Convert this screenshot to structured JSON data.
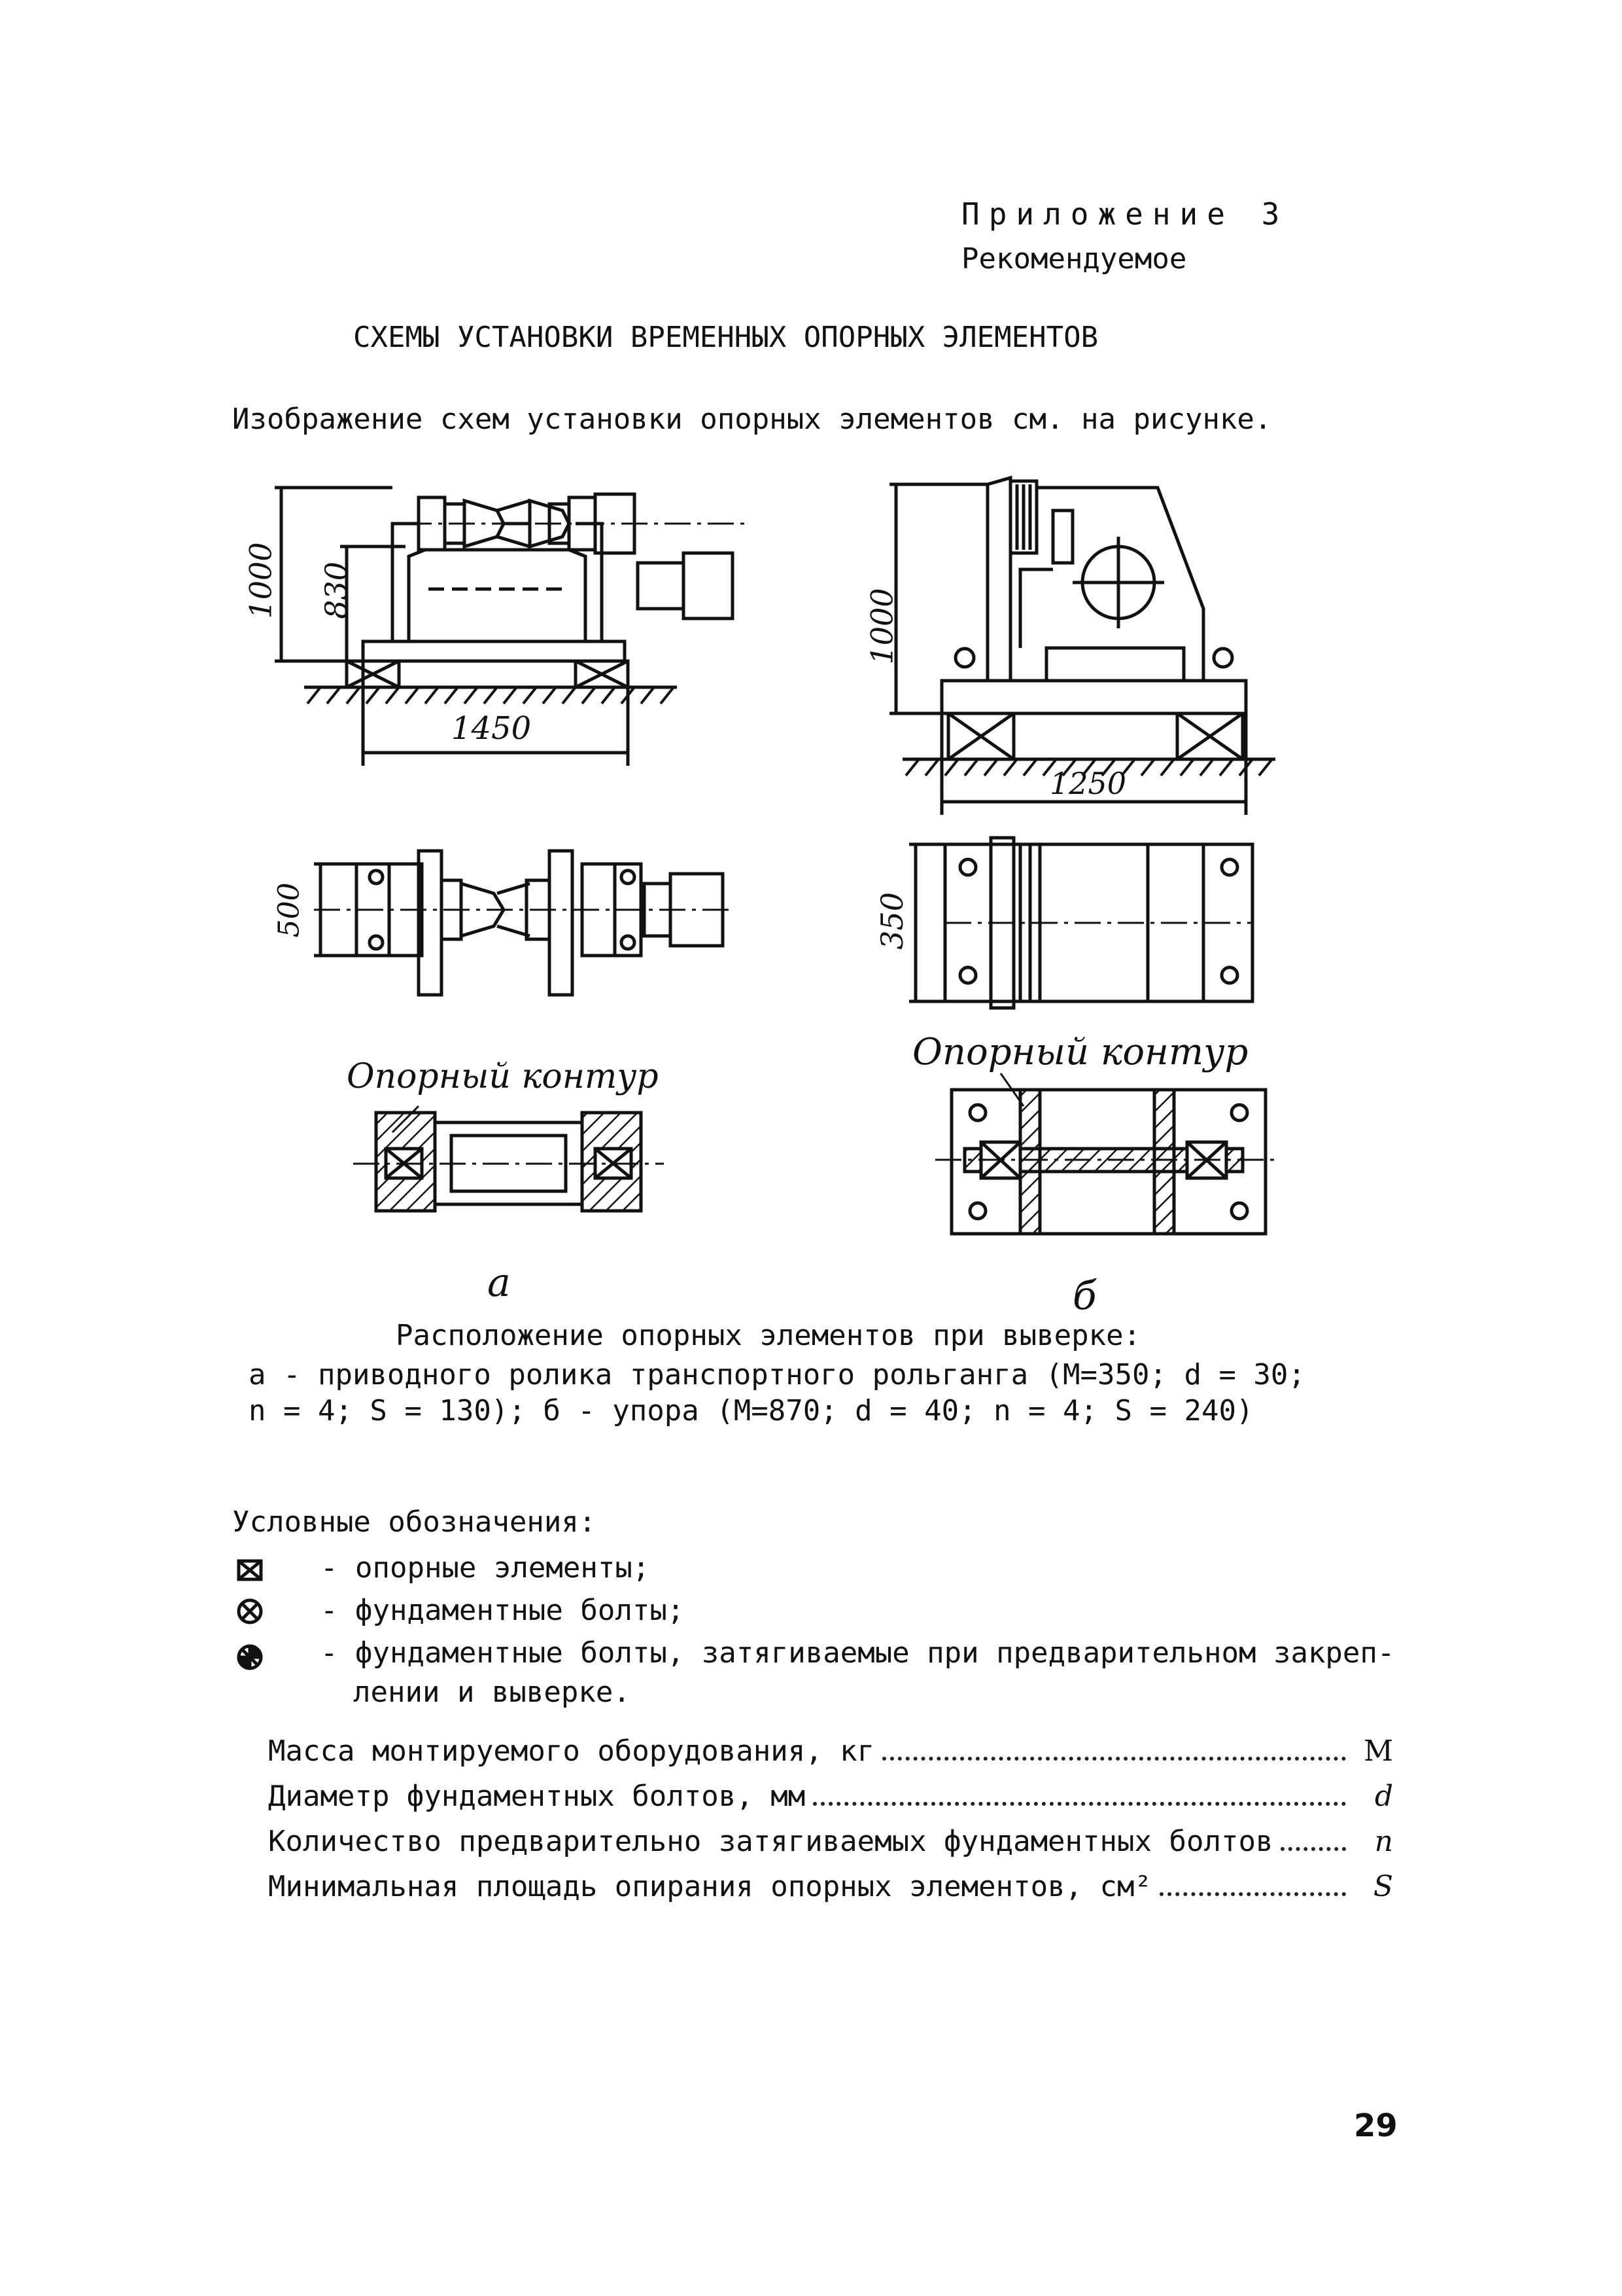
{
  "header": {
    "appendix": "Приложение 3",
    "status": "Рекомендуемое"
  },
  "title": "СХЕМЫ УСТАНОВКИ ВРЕМЕННЫХ ОПОРНЫХ ЭЛЕМЕНТОВ",
  "intro": "Изображение схем установки опорных элементов см. на рисунке.",
  "figure": {
    "dims": {
      "a_height_total": "1000",
      "a_height_inner": "830",
      "a_length": "1450",
      "a_width": "500",
      "b_height": "1000",
      "b_length": "1250",
      "b_width": "350"
    },
    "contour_a": "Опорный контур",
    "contour_b": "Опорный контур",
    "label_a": "а",
    "label_b": "б"
  },
  "caption": {
    "line1": "Расположение опорных элементов при выверке:",
    "line2": "а - приводного ролика транспортного рольганга (М=350; d = 30;",
    "line3": "n = 4; S = 130); б - упора (М=870; d = 40; n = 4; S = 240)"
  },
  "legend": {
    "title": "Условные обозначения:",
    "items": [
      {
        "icon": "crossed-box-icon",
        "text": "- опорные элементы;"
      },
      {
        "icon": "circled-x-icon",
        "text": "- фундаментные болты;"
      },
      {
        "icon": "filled-circled-x-icon",
        "text": "- фундаментные болты, затягиваемые при предварительном закреп-"
      }
    ],
    "item3_cont": "лении и выверке."
  },
  "definitions": [
    {
      "label": "Масса монтируемого оборудования, кг",
      "symbol": "М"
    },
    {
      "label": "Диаметр фундаментных болтов, мм",
      "symbol": "d"
    },
    {
      "label": "Количество предварительно затягиваемых фундаментных болтов",
      "symbol": "n"
    },
    {
      "label": "Минимальная площадь опирания опорных элементов, см²",
      "symbol": "S"
    }
  ],
  "page_number": "29"
}
